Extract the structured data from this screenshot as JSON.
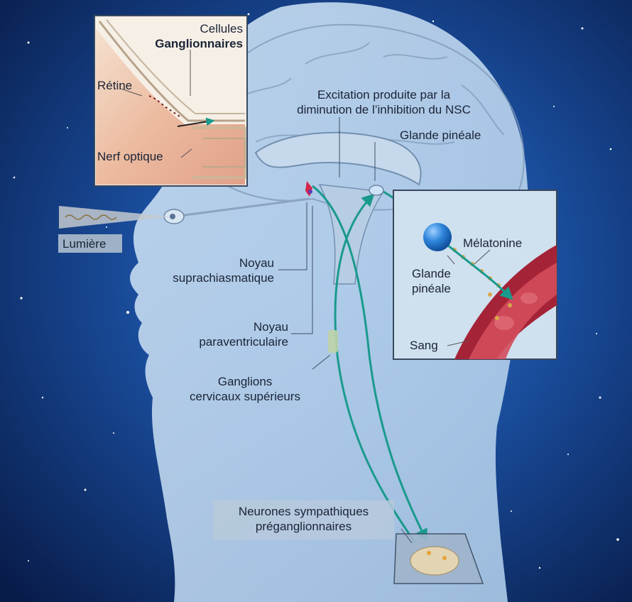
{
  "colors": {
    "space_dark": "#0a1f52",
    "space_mid": "#1d5fb0",
    "head_fill": "#bcd6ee",
    "arrow_teal": "#1a9a8c",
    "pineal_blue": "#2d7fd6",
    "blood_red": "#b7243a",
    "retina_orange": "#e8a078"
  },
  "labels": {
    "cellules_ganglionnaires_line1": "Cellules",
    "cellules_ganglionnaires_line2": "Ganglionnaires",
    "retine": "Rétine",
    "nerf_optique": "Nerf optique",
    "lumiere": "Lumière",
    "excitation_line1": "Excitation produite par la",
    "excitation_line2": "diminution de l’inhibition du NSC",
    "glande_pineale_top": "Glande pinéale",
    "melatonine": "Mélatonine",
    "glande_pineale_inset_line1": "Glande",
    "glande_pineale_inset_line2": "pinéale",
    "sang": "Sang",
    "noyau_supra_line1": "Noyau",
    "noyau_supra_line2": "suprachiasmatique",
    "noyau_para_line1": "Noyau",
    "noyau_para_line2": "paraventriculaire",
    "ganglions_line1": "Ganglions",
    "ganglions_line2": "cervicaux supérieurs",
    "neurones_line1": "Neurones sympathiques",
    "neurones_line2": "préganglionnaires"
  },
  "icons": [
    "eye-icon",
    "pineal-gland-icon",
    "blood-vessel-icon",
    "spinal-cord-icon"
  ]
}
